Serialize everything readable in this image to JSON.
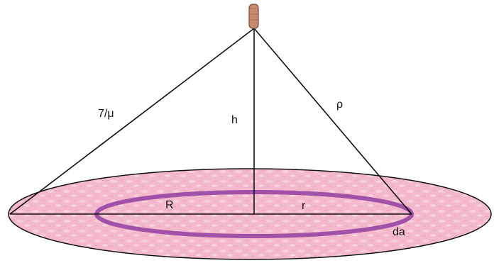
{
  "labels": {
    "slant_left": "7/μ",
    "height": "h",
    "slant_right": "ρ",
    "big_radius": "R",
    "ring_radius": "r",
    "ring_element": "da"
  },
  "colors": {
    "disk_fill": "#f3b8cc",
    "disk_texture": "#f9d6e2",
    "disk_outline": "#111111",
    "ring": "#a052a8",
    "lines": "#111111",
    "source_body": "#c98a70",
    "source_outline": "#7a4a36",
    "background": "#ffffff"
  },
  "icons": {
    "source": "point-source-icon"
  }
}
